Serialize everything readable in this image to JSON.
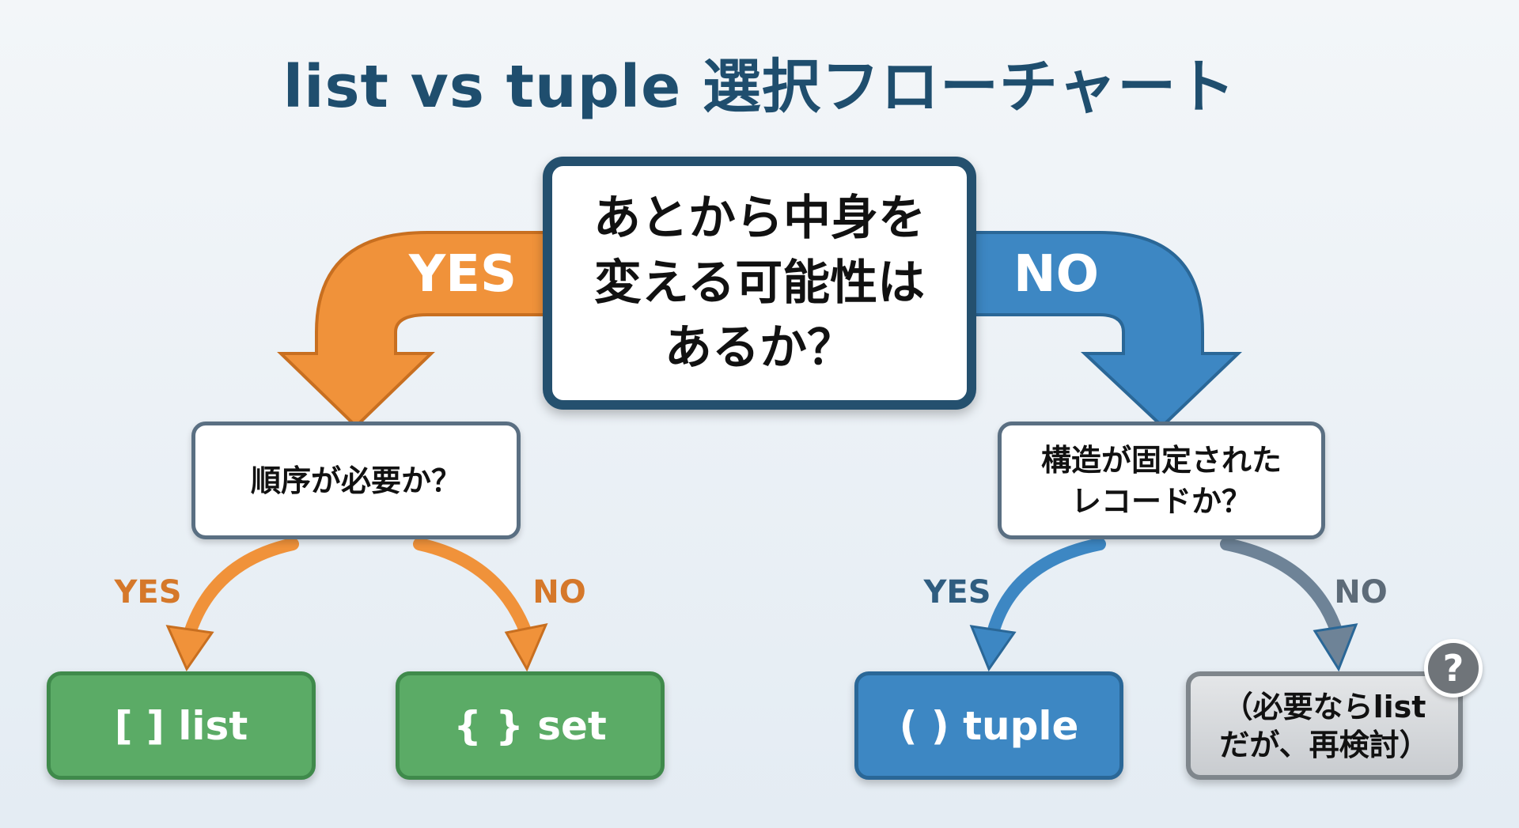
{
  "title": "list vs tuple 選択フローチャート",
  "main_question": "あとから中身を変える可能性はあるか？",
  "main_yes": "YES",
  "main_no": "NO",
  "left_question": "順序が必要か？",
  "right_question": "構造が固定されたレコードか？",
  "left_yes": "YES",
  "left_no": "NO",
  "right_yes": "YES",
  "right_no": "NO",
  "results": {
    "list": "[ ] list",
    "set": "{ } set",
    "tuple": "( ) tuple",
    "reconsider": "（必要ならlistだが、再検討）"
  },
  "badge": "?",
  "colors": {
    "orange": "#f0923a",
    "blue": "#3d87c3",
    "green": "#5bab66",
    "grey": "#7f868c",
    "title": "#1f4e6e"
  }
}
